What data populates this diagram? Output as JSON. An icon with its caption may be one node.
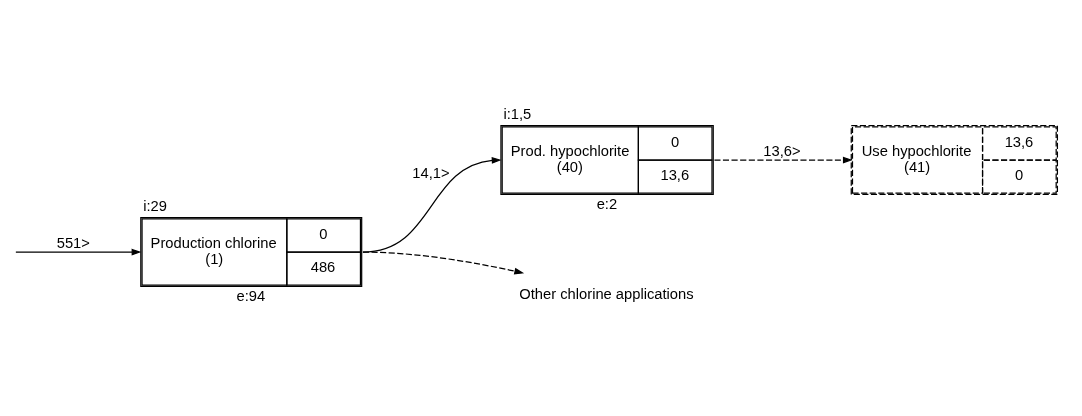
{
  "diagram": {
    "nodes": [
      {
        "text": [
          "Production chlorine (1)",
          "0",
          "486"
        ],
        "beside": [
          "i:29",
          "e:94"
        ]
      },
      {
        "text": [
          "Prod. hypochlorite (40)",
          "0",
          "13,6"
        ],
        "beside": [
          "i:1,5",
          "e:2"
        ]
      },
      {
        "text": [
          "Use hypochlorite (41)",
          "13,6",
          "0"
        ]
      },
      {
        "text": [
          "Other chlorine applications"
        ]
      }
    ],
    "edges": [
      {
        "from": null,
        "to": 0,
        "arrow": "to",
        "label": "551>"
      },
      {
        "from": 0,
        "to": 1,
        "arrow": "to",
        "label": "14,1>"
      },
      {
        "from": 1,
        "to": 2,
        "arrow": "to",
        "label": "13,6>",
        "style": "dashed"
      },
      {
        "from": 0,
        "to": 3,
        "arrow": "to",
        "style": "dashed"
      }
    ]
  }
}
